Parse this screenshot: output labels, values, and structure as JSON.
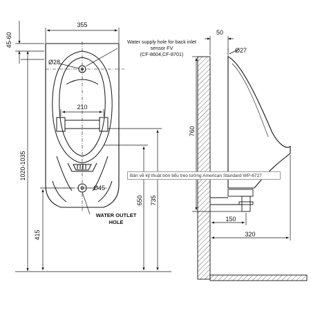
{
  "front_view": {
    "width_dim": "355",
    "top_dim": "45-60",
    "height_dim": "1020-1035",
    "inlet_diameter": "Ø28",
    "sensor_spacing": "210",
    "outlet_diameter": "Ø45",
    "outlet_height_dim": "415",
    "height_650": "650",
    "height_735": "735",
    "supply_note": [
      "Water supply hole for back inlet",
      "sensor FV",
      "(CF-8604,CF-8701)"
    ],
    "outlet_label": [
      "WATER OUTLET",
      "HOLE"
    ]
  },
  "side_view": {
    "wall_dim": "50",
    "pipe_diameter": "Ø27",
    "height_760": "760",
    "trap_depth": "150",
    "projection": "320"
  },
  "tooltip": {
    "text": "Bản vẽ kỹ thuật bồn tiểu treo tường American Standard WP-6727"
  }
}
